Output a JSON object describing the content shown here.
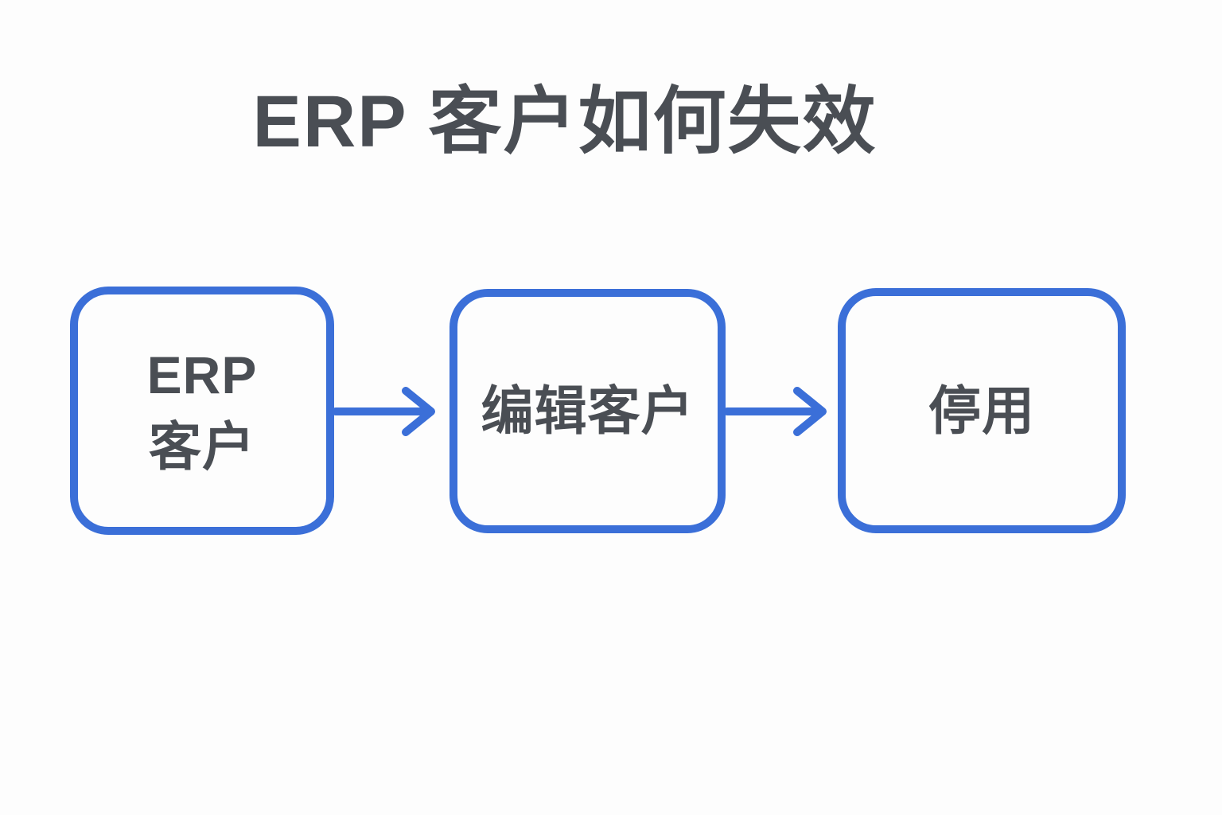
{
  "title": "ERP 客户如何失效",
  "colors": {
    "accent": "#3b6fd8",
    "text": "#4a4e54",
    "background": "#fdfdfd"
  },
  "nodes": [
    {
      "id": "erp-customer",
      "lines": [
        "ERP",
        "客户"
      ]
    },
    {
      "id": "edit-customer",
      "lines": [
        "编辑客户"
      ]
    },
    {
      "id": "deactivate",
      "lines": [
        "停用"
      ]
    }
  ],
  "arrows": [
    {
      "icon": "arrow-right-icon"
    },
    {
      "icon": "arrow-right-icon"
    }
  ]
}
